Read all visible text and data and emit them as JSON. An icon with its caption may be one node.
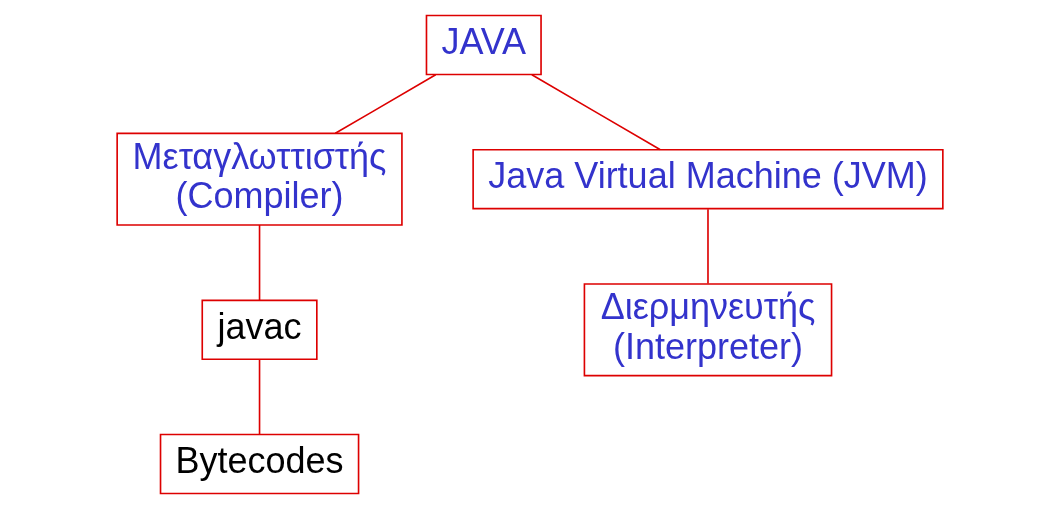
{
  "diagram": {
    "nodes": [
      {
        "text": [
          "JAVA"
        ]
      },
      {
        "text": [
          "Μεταγλωττιστής",
          "(Compiler)"
        ]
      },
      {
        "text": [
          "Java Virtual Machine (JVM)"
        ]
      },
      {
        "text": [
          "javac"
        ]
      },
      {
        "text": [
          "Διερμηνευτής",
          "(Interpreter)"
        ]
      },
      {
        "text": [
          "Bytecodes"
        ]
      }
    ],
    "edges": [
      {
        "from": 0,
        "to": 1,
        "arrow": "none"
      },
      {
        "from": 0,
        "to": 2,
        "arrow": "none"
      },
      {
        "from": 1,
        "to": 3,
        "arrow": "none"
      },
      {
        "from": 2,
        "to": 4,
        "arrow": "none"
      },
      {
        "from": 3,
        "to": 5,
        "arrow": "none"
      }
    ]
  }
}
